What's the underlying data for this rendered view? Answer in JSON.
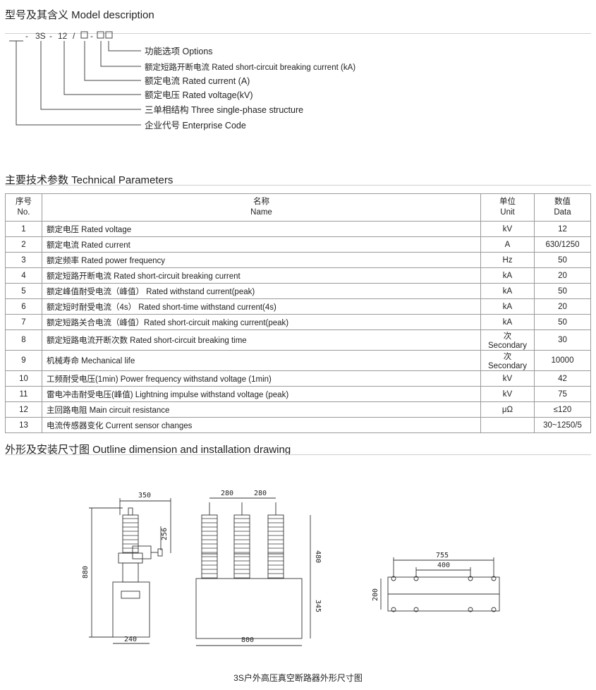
{
  "sections": {
    "model": "型号及其含义 Model description",
    "params": "主要技术参数 Technical Parameters",
    "outline": "外形及安装尺寸图 Outline dimension and installation drawing"
  },
  "model_code": {
    "p1": "3S",
    "p2": "12",
    "sep1": "-",
    "sep2": "-",
    "slash": "/",
    "sep3": "-"
  },
  "model_desc": [
    "功能选项 Options",
    "额定短路开断电流 Rated short-circuit breaking current (kA)",
    "额定电流 Rated current (A)",
    "额定电压 Rated voltage(kV)",
    "三单相结构 Three single-phase structure",
    "企业代号 Enterprise Code"
  ],
  "table": {
    "headers": {
      "no_cn": "序号",
      "no_en": "No.",
      "name_cn": "名称",
      "name_en": "Name",
      "unit_cn": "单位",
      "unit_en": "Unit",
      "data_cn": "数值",
      "data_en": "Data"
    },
    "rows": [
      [
        "1",
        "额定电压 Rated voltage",
        "kV",
        "12"
      ],
      [
        "2",
        "额定电流 Rated current",
        "A",
        "630/1250"
      ],
      [
        "3",
        "额定频率 Rated power frequency",
        "Hz",
        "50"
      ],
      [
        "4",
        "额定短路开断电流 Rated short-circuit breaking current",
        "kA",
        "20"
      ],
      [
        "5",
        "额定峰值耐受电流（峰值） Rated withstand current(peak)",
        "kA",
        "50"
      ],
      [
        "6",
        "额定短时耐受电流（4s） Rated short-time withstand current(4s)",
        "kA",
        "20"
      ],
      [
        "7",
        "额定短路关合电流（峰值）Rated short-circuit making current(peak)",
        "kA",
        "50"
      ],
      [
        "8",
        "额定短路电流开断次数 Rated short-circuit breaking time",
        "次Secondary",
        "30"
      ],
      [
        "9",
        "机械寿命 Mechanical life",
        "次Secondary",
        "10000"
      ],
      [
        "10",
        "工频耐受电压(1min) Power frequency withstand voltage (1min)",
        "kV",
        "42"
      ],
      [
        "11",
        "雷电冲击耐受电压(峰值) Lightning impulse withstand voltage (peak)",
        "kV",
        "75"
      ],
      [
        "12",
        "主回路电阻  Main circuit resistance",
        "μΩ",
        "≤120"
      ],
      [
        "13",
        "电流传感器变化  Current sensor changes",
        "",
        "30~1250/5"
      ]
    ]
  },
  "dims": {
    "side_width": "350",
    "side_top": "256",
    "side_height": "880",
    "side_base": "240",
    "front_pitch1": "280",
    "front_pitch2": "280",
    "front_upper": "480",
    "front_lower": "345",
    "front_width": "800",
    "mount_outer": "755",
    "mount_inner": "400",
    "mount_depth": "200"
  },
  "caption": "3S户外高压真空断路器外形尺寸图"
}
